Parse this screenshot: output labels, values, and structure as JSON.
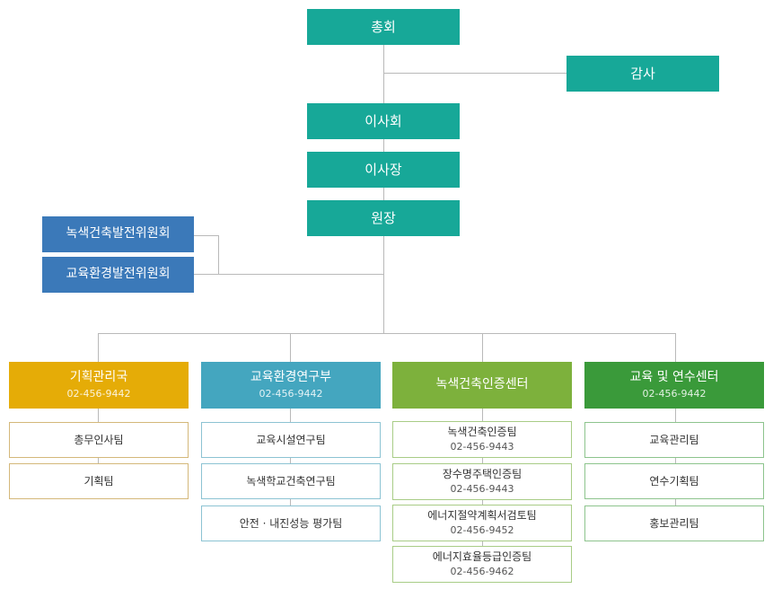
{
  "top": {
    "general_assembly": "총회",
    "audit": "감사",
    "board": "이사회",
    "chairman": "이사장",
    "president": "원장"
  },
  "committees": [
    "녹색건축발전위원회",
    "교육환경발전위원회"
  ],
  "departments": [
    {
      "name": "기획관리국",
      "phone": "02-456-9442",
      "teams": [
        {
          "name": "총무인사팀"
        },
        {
          "name": "기획팀"
        }
      ]
    },
    {
      "name": "교육환경연구부",
      "phone": "02-456-9442",
      "teams": [
        {
          "name": "교육시설연구팀"
        },
        {
          "name": "녹색학교건축연구팀"
        },
        {
          "name": "안전 · 내진성능 평가팀"
        }
      ]
    },
    {
      "name": "녹색건축인증센터",
      "phone": "",
      "teams": [
        {
          "name": "녹색건축인증팀",
          "phone": "02-456-9443"
        },
        {
          "name": "장수명주택인증팀",
          "phone": "02-456-9443"
        },
        {
          "name": "에너지절약계획서검토팀",
          "phone": "02-456-9452"
        },
        {
          "name": "에너지효율등급인증팀",
          "phone": "02-456-9462"
        }
      ]
    },
    {
      "name": "교육 및 연수센터",
      "phone": "02-456-9442",
      "teams": [
        {
          "name": "교육관리팀"
        },
        {
          "name": "연수기획팀"
        },
        {
          "name": "홍보관리팀"
        }
      ]
    }
  ],
  "colors": {
    "top_boxes": "#17a898",
    "committees": "#3b79b9",
    "dept_planning": "#e5ac07",
    "dept_research": "#44a6bf",
    "dept_certification": "#7db13c",
    "dept_training": "#3a9a3a",
    "connector": "#b9b9b9"
  }
}
